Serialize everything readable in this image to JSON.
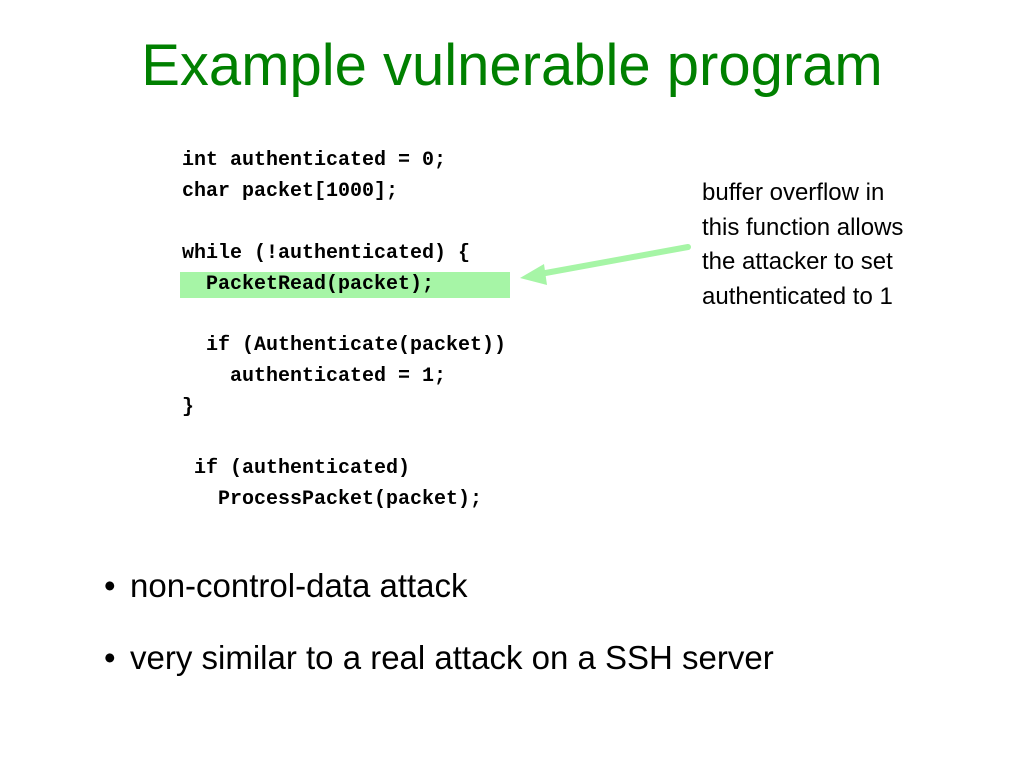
{
  "slide": {
    "title": "Example vulnerable program",
    "code_lines": [
      "int authenticated = 0;",
      "char packet[1000];",
      "while (!authenticated) {",
      "  PacketRead(packet);",
      "  if (Authenticate(packet))",
      "    authenticated = 1;",
      "}",
      " if (authenticated)",
      "   ProcessPacket(packet);"
    ],
    "annotation_lines": [
      "buffer overflow in",
      "this function allows",
      "the attacker to set",
      "authenticated to 1"
    ],
    "bullet_symbol": "•",
    "bullets": [
      "non-control-data attack",
      "very similar to a real attack on a SSH server"
    ],
    "colors": {
      "title": "#008000",
      "highlight": "#a6f5a6",
      "arrow": "#a6f5a6"
    }
  }
}
